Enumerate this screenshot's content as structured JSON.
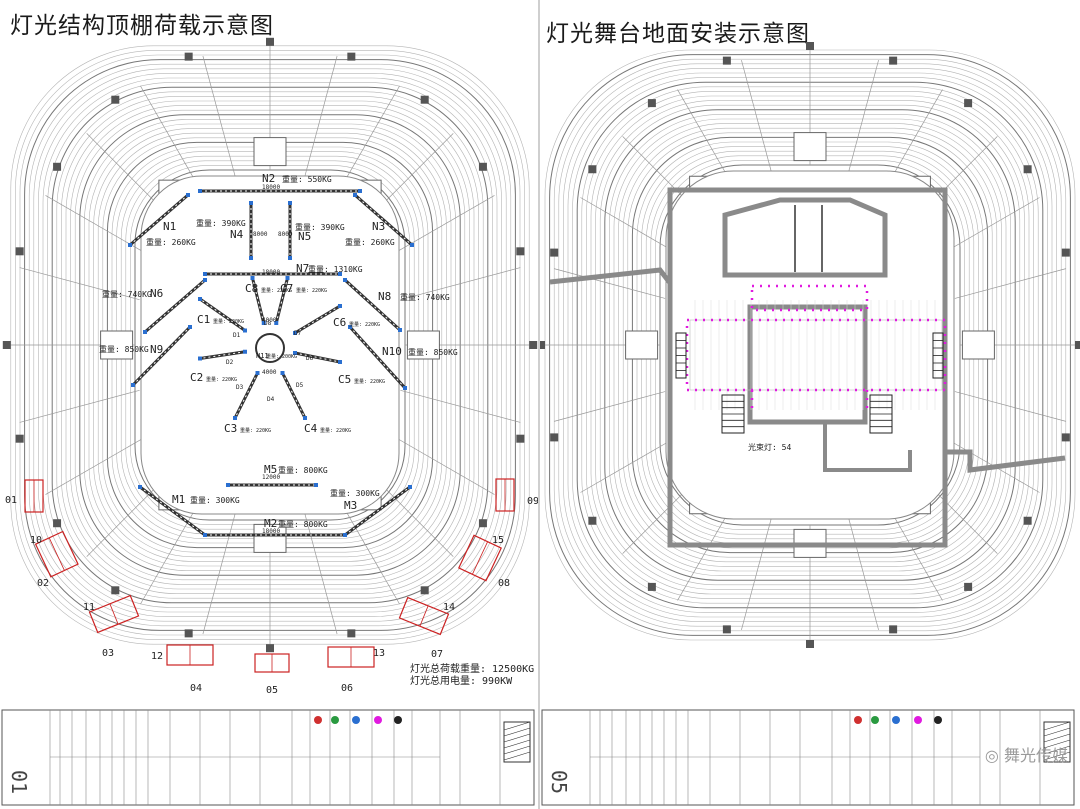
{
  "left": {
    "title": "灯光结构顶棚荷载示意图",
    "sheet_no": "01",
    "trusses": {
      "N2": {
        "name": "N2",
        "weight": "重量: 550KG",
        "length": "18000"
      },
      "N1": {
        "name": "N1",
        "weight": "重量: 260KG"
      },
      "N3": {
        "name": "N3",
        "weight": "重量: 260KG"
      },
      "N4": {
        "name": "N4",
        "weight": "重量: 390KG",
        "length": "8000"
      },
      "N5": {
        "name": "N5",
        "weight": "重量: 390KG",
        "length": "8000"
      },
      "N7": {
        "name": "N7",
        "weight": "重量: 1310KG",
        "length": "18000"
      },
      "N6": {
        "name": "N6",
        "weight": "重量: 740KG"
      },
      "N8": {
        "name": "N8",
        "weight": "重量: 740KG"
      },
      "N9": {
        "name": "N9",
        "weight": "重量: 850KG"
      },
      "N10": {
        "name": "N10",
        "weight": "重量: 850KG"
      },
      "M5": {
        "name": "M5",
        "weight": "重量: 800KG",
        "length": "12000"
      },
      "M1": {
        "name": "M1",
        "weight": "重量: 300KG"
      },
      "M3": {
        "name": "M3",
        "weight": "重量: 300KG"
      },
      "M2": {
        "name": "M2",
        "weight": "重量: 800KG",
        "length": "18000"
      }
    },
    "center": {
      "top_len": "4000",
      "bottom_len": "4000",
      "n11": "N11",
      "n11_weight": "重量: 200KG",
      "spokes": [
        {
          "name": "C1",
          "weight": "重量: 220KG"
        },
        {
          "name": "C2",
          "weight": "重量: 220KG"
        },
        {
          "name": "C3",
          "weight": "重量: 220KG"
        },
        {
          "name": "C4",
          "weight": "重量: 220KG"
        },
        {
          "name": "C5",
          "weight": "重量: 220KG"
        },
        {
          "name": "C6",
          "weight": "重量: 220KG"
        },
        {
          "name": "C7",
          "weight": "重量: 220KG"
        },
        {
          "name": "C8",
          "weight": "重量: 220KG"
        }
      ],
      "d_labels": [
        "D1",
        "D2",
        "D3",
        "D4",
        "D5",
        "D6",
        "D7",
        "D8"
      ]
    },
    "box_numbers": [
      "01",
      "10",
      "02",
      "11",
      "03",
      "12",
      "04",
      "05",
      "06",
      "13",
      "07",
      "14",
      "08",
      "15",
      "09"
    ],
    "total_load": "灯光总荷载重量: 12500KG",
    "total_power": "灯光总用电量: 990KW"
  },
  "right": {
    "title": "灯光舞台地面安装示意图",
    "sheet_no": "05",
    "beam_label": "光束灯: 54"
  },
  "watermark": "舞光传媒",
  "colors": {
    "red": "#cc2222",
    "magenta": "#e01adf",
    "gray": "#8a8a8a"
  }
}
